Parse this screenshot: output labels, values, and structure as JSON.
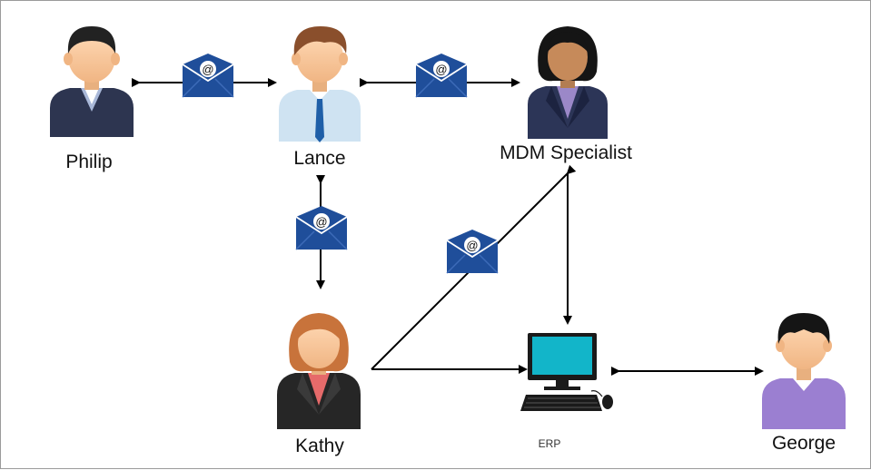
{
  "people": {
    "philip": {
      "label": "Philip"
    },
    "lance": {
      "label": "Lance"
    },
    "mdm": {
      "label": "MDM Specialist"
    },
    "kathy": {
      "label": "Kathy"
    },
    "george": {
      "label": "George"
    }
  },
  "system": {
    "label": "ERP"
  },
  "email_icon_symbol": "@",
  "colors": {
    "envelope": "#1f4e9a",
    "arrow": "#000000",
    "skin": "#f6c49a",
    "monitor": "#12b5c9"
  },
  "icons": [
    "person-icon",
    "email-icon",
    "computer-icon"
  ]
}
